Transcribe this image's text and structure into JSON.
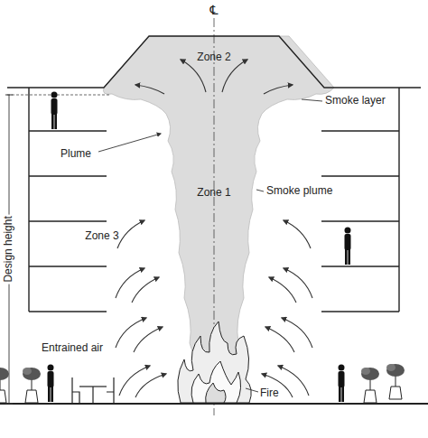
{
  "diagram": {
    "labels": [
      "℄",
      "Zone 2",
      "Smoke layer",
      "Plume",
      "Zone 1",
      "Smoke plume",
      "Design height",
      "Zone 3",
      "Entrained air",
      "Fire"
    ]
  }
}
